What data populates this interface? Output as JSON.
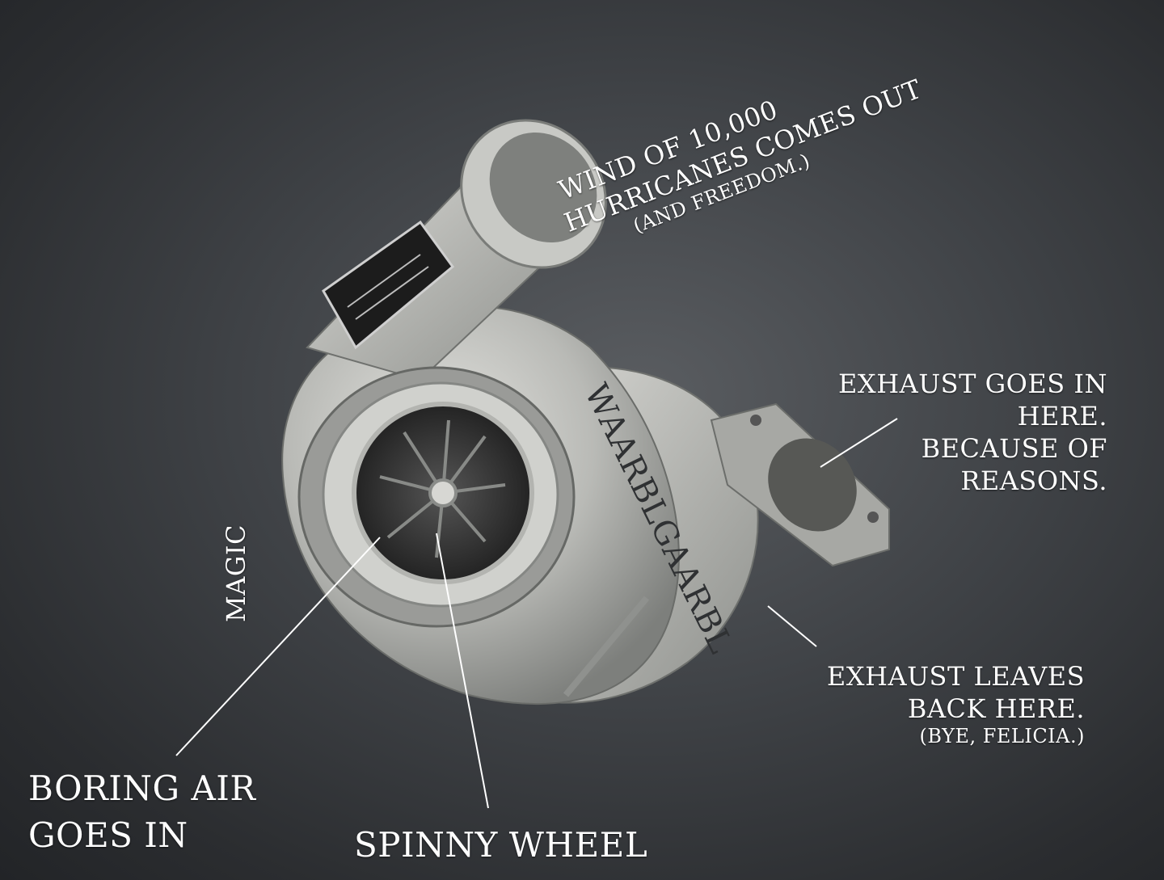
{
  "labels": {
    "wind_line1": "WIND OF 10,000",
    "wind_line2": "HURRICANES COMES OUT",
    "wind_line3": "(AND FREEDOM.)",
    "exhaust_in_line1": "EXHAUST GOES IN",
    "exhaust_in_line2": "HERE.",
    "exhaust_in_line3": "BECAUSE OF",
    "exhaust_in_line4": "REASONS.",
    "magic": "MAGIC",
    "brand": "WAARBLGAARBL",
    "exhaust_out_line1": "EXHAUST LEAVES",
    "exhaust_out_line2": "BACK HERE.",
    "exhaust_out_line3": "(BYE, FELICIA.)",
    "boring_air_line1": "BORING AIR",
    "boring_air_line2": "GOES IN",
    "spinny": "SPINNY WHEEL"
  },
  "colors": {
    "background": "#3f4246",
    "metal": "#b9bab6",
    "text": "#ffffff"
  }
}
